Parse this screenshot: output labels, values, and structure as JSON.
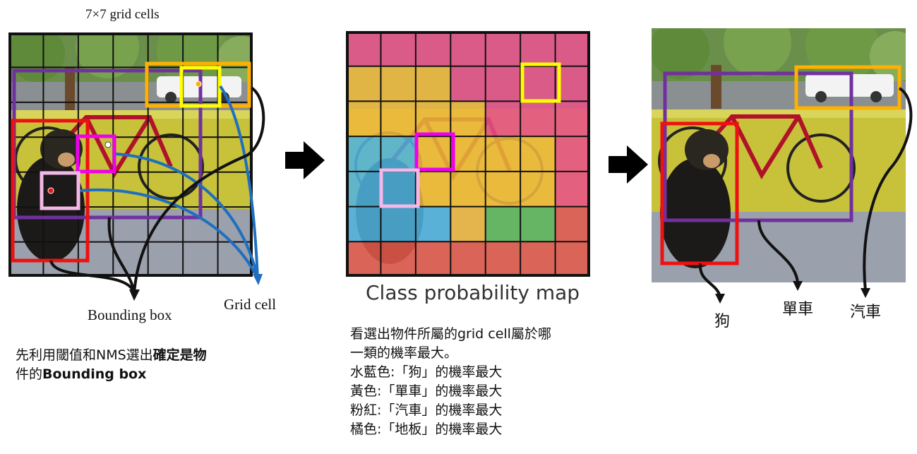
{
  "panel1": {
    "title": "7×7 grid cells",
    "label_bbox": "Bounding box",
    "label_gridcell": "Grid cell",
    "caption_line1_regular": "先利用閾值和NMS選出",
    "caption_line1_bold": "確定是物",
    "caption_line2_regular": "件的",
    "caption_line2_bold": "Bounding box"
  },
  "panel2": {
    "title": "Class probability map",
    "desc_lines": [
      "看選出物件所屬的grid cell屬於哪",
      "一類的機率最大。",
      "水藍色:「狗」的機率最大",
      "黃色:「單車」的機率最大",
      "粉紅:「汽車」的機率最大",
      "橘色:「地板」的機率最大"
    ],
    "class_grid": [
      [
        "pink",
        "pink",
        "pink",
        "pink",
        "pink",
        "pink",
        "pink"
      ],
      [
        "yellow",
        "yellow",
        "yellow",
        "pink",
        "pink",
        "pink",
        "pink"
      ],
      [
        "yellow",
        "yellow",
        "yellow",
        "yellow",
        "pink",
        "pink",
        "pink"
      ],
      [
        "blue",
        "blue",
        "yellow",
        "yellow",
        "yellow",
        "yellow",
        "pink"
      ],
      [
        "blue",
        "blue",
        "yellow",
        "yellow",
        "yellow",
        "yellow",
        "pink"
      ],
      [
        "blue",
        "blue",
        "blue",
        "yellow",
        "green",
        "green",
        "red"
      ],
      [
        "red",
        "red",
        "red",
        "red",
        "red",
        "red",
        "red"
      ]
    ],
    "colors": {
      "pink": "#e8508a",
      "yellow": "#efb83c",
      "blue": "#4fb3e0",
      "green": "#5cb85a",
      "red": "#e55a4a"
    }
  },
  "panel3": {
    "label_dog": "狗",
    "label_bike": "單車",
    "label_car": "汽車"
  },
  "colors": {
    "bbox_red": "#ee1111",
    "bbox_purple": "#7030a0",
    "bbox_orange": "#ffb000",
    "bbox_yellow": "#ffff00",
    "cell_magenta": "#ee00ee",
    "cell_lightpink": "#f4b8e8",
    "arrow_blue": "#1f6fbf"
  }
}
